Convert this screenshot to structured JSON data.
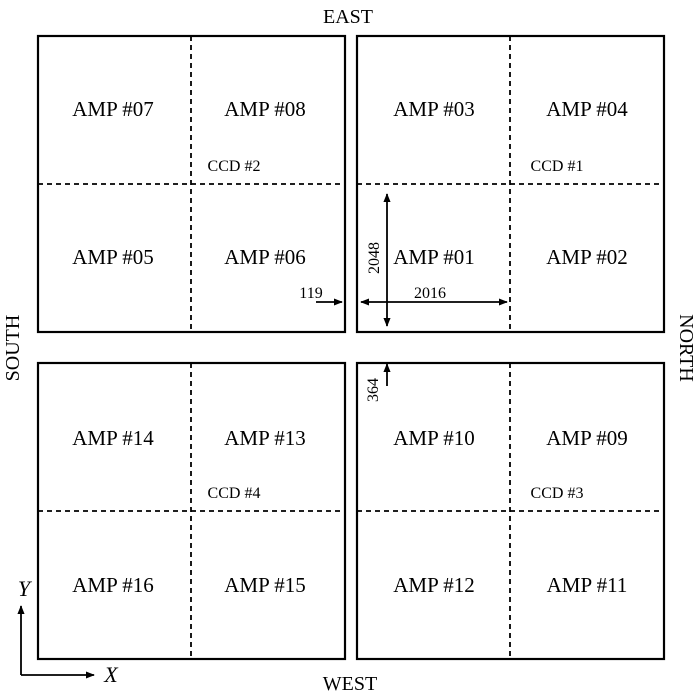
{
  "directions": {
    "top": "EAST",
    "bottom": "WEST",
    "left": "SOUTH",
    "right": "NORTH"
  },
  "ccds": [
    {
      "label": "CCD #2",
      "amps": [
        "AMP #07",
        "AMP #08",
        "AMP #05",
        "AMP #06"
      ]
    },
    {
      "label": "CCD #1",
      "amps": [
        "AMP #03",
        "AMP #04",
        "AMP #01",
        "AMP #02"
      ]
    },
    {
      "label": "CCD #4",
      "amps": [
        "AMP #14",
        "AMP #13",
        "AMP #16",
        "AMP #15"
      ]
    },
    {
      "label": "CCD #3",
      "amps": [
        "AMP #10",
        "AMP #09",
        "AMP #12",
        "AMP #11"
      ]
    }
  ],
  "dimensions": {
    "height": "2048",
    "width": "2016",
    "gap_horizontal": "119",
    "gap_vertical": "364"
  },
  "axes": {
    "x": "X",
    "y": "Y"
  }
}
